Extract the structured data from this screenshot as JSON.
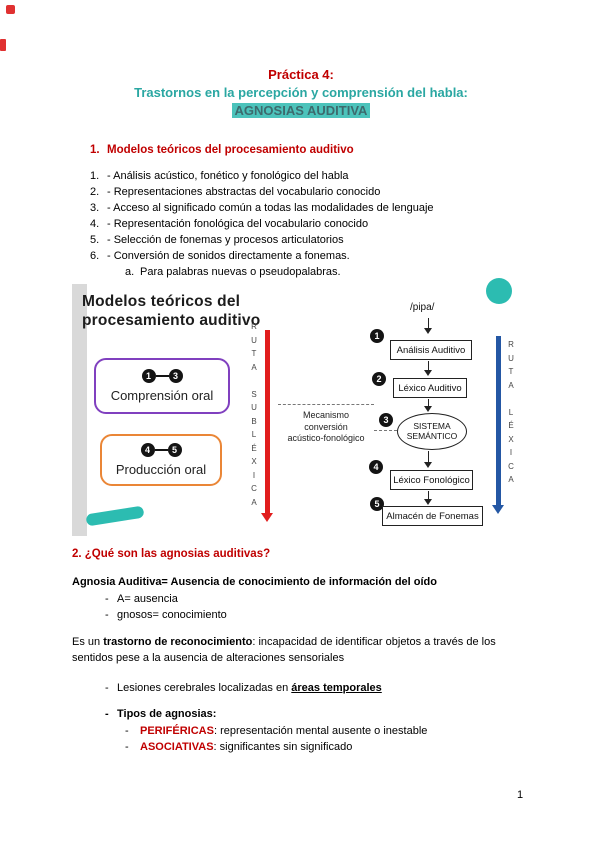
{
  "colors": {
    "heading_red": "#c00000",
    "teal_accent": "#2aa7a2",
    "highlight_teal": "#4cc3bb",
    "figure_red_arrow": "#e11d1d",
    "figure_blue_arrow": "#2457a4",
    "purple_box": "#8040bf",
    "orange_box": "#ea8636"
  },
  "header": {
    "line1": "Práctica 4:",
    "line2": "Trastornos en la percepción y comprensión del habla:",
    "line3": "AGNOSIAS AUDITIVA"
  },
  "section1": {
    "heading_num": "1.",
    "heading_text": "Modelos teóricos del procesamiento auditivo",
    "items": [
      {
        "num": "1.",
        "text": "- Análisis acústico, fonético y fonológico del habla"
      },
      {
        "num": "2.",
        "text": "- Representaciones abstractas del vocabulario conocido"
      },
      {
        "num": "3.",
        "text": "- Acceso al significado común a todas las modalidades de lenguaje"
      },
      {
        "num": "4.",
        "text": "- Representación fonológica del vocabulario conocido"
      },
      {
        "num": "5.",
        "text": "- Selección de fonemas y procesos articulatorios"
      },
      {
        "num": "6.",
        "text": "- Conversión de sonidos directamente a fonemas."
      }
    ],
    "subitem": {
      "num": "a.",
      "text": "Para palabras nuevas o pseudopalabras."
    }
  },
  "figure": {
    "title": "Modelos teóricos del\nprocesamiento auditivo",
    "comprension": {
      "label": "Comprensión oral",
      "badge_a": "1",
      "badge_b": "3"
    },
    "produccion": {
      "label": "Producción oral",
      "badge_a": "4",
      "badge_b": "5"
    },
    "ruta_sublexica": "R\nU\nT\nA\n\nS\nU\nB\nL\nÉ\nX\nI\nC\nA",
    "mechanism": "Mecanismo\nconversión\nacústico-fonológico",
    "stimulus": "/pipa/",
    "chain": [
      {
        "num": "1",
        "label": "Análisis Auditivo"
      },
      {
        "num": "2",
        "label": "Léxico Auditivo"
      },
      {
        "num": "3",
        "label": "SISTEMA\nSEMÁNTICO"
      },
      {
        "num": "4",
        "label": "Léxico Fonológico"
      },
      {
        "num": "5",
        "label": "Almacén de Fonemas"
      }
    ],
    "ruta_lexica": "R\nU\nT\nA\n\nL\nÉ\nX\nI\nC\nA"
  },
  "section2": {
    "heading": "2. ¿Qué son las agnosias auditivas?",
    "definition": "Agnosia Auditiva= Ausencia de conocimiento de información del oído",
    "dash": "-",
    "def_items": [
      {
        "text": "A= ausencia"
      },
      {
        "text": "gnosos= conocimiento"
      }
    ],
    "para_pre": "Es un ",
    "para_bold": "trastorno de reconocimiento",
    "para_post": ": incapacidad de identificar objetos a través de los sentidos pese a la ausencia de alteraciones sensoriales",
    "bullet1_pre": "Lesiones cerebrales localizadas en ",
    "bullet1_bold": "áreas temporales",
    "bullet2": "Tipos de agnosias:",
    "types": [
      {
        "term": "PERIFÉRICAS",
        "rest": ": representación mental ausente o inestable"
      },
      {
        "term": "ASOCIATIVAS",
        "rest": ": significantes sin significado"
      }
    ]
  },
  "footer": {
    "page_number": "1"
  }
}
